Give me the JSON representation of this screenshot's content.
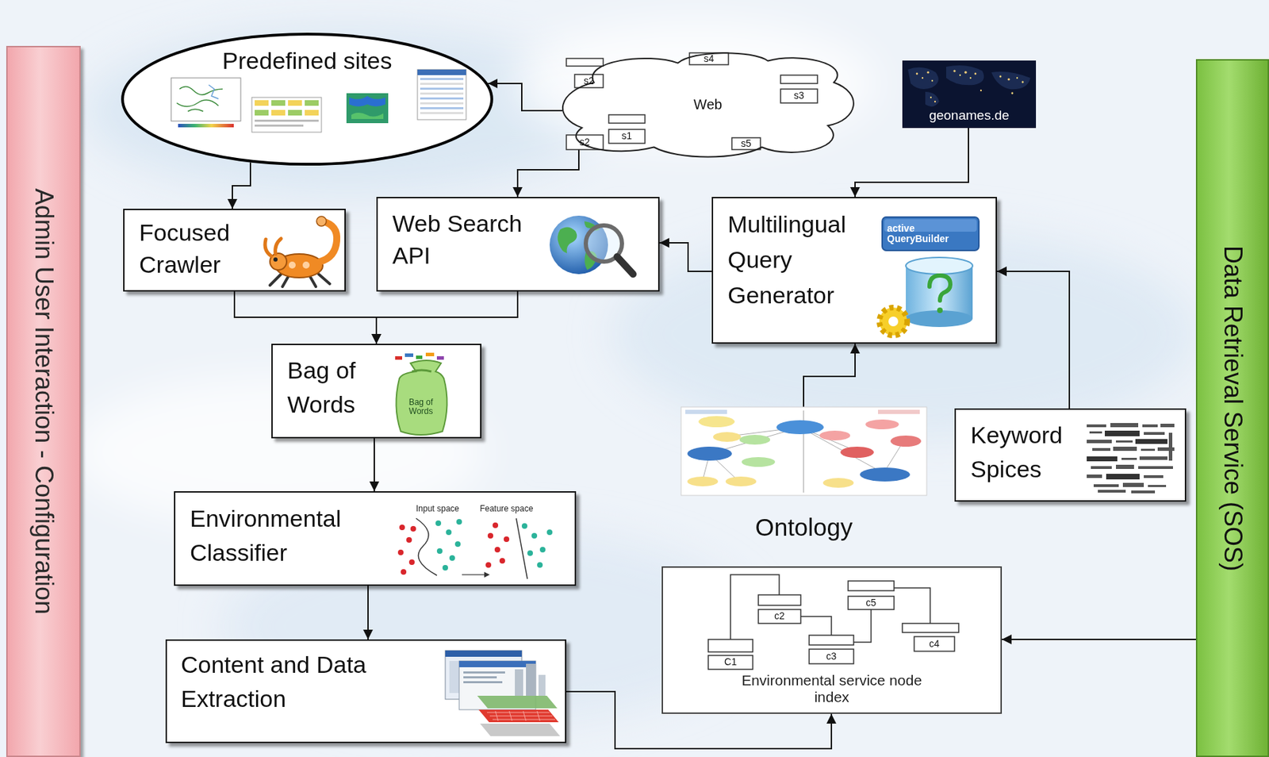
{
  "diagram": {
    "nodes": [
      {
        "text": [
          "Admin User Interaction - Configuration"
        ]
      },
      {
        "text": [
          "Predefined sites"
        ]
      },
      {
        "text": [
          "Web"
        ]
      },
      {
        "text": [
          "geonames.de"
        ]
      },
      {
        "text": [
          "Focused Crawler"
        ]
      },
      {
        "text": [
          "Web Search API"
        ]
      },
      {
        "text": [
          "Multilingual Query Generator"
        ]
      },
      {
        "text": [
          "Bag of Words"
        ]
      },
      {
        "text": [
          "Ontology"
        ]
      },
      {
        "text": [
          "Keyword Spices"
        ]
      },
      {
        "text": [
          "Environmental Classifier"
        ]
      },
      {
        "text": [
          "Environmental service node index"
        ]
      },
      {
        "text": [
          "Content and Data Extraction"
        ]
      },
      {
        "text": [
          "Data Retrieval Service (SOS)"
        ]
      }
    ],
    "edges": [
      {
        "from": 2,
        "to": 1,
        "arrow": "to"
      },
      {
        "from": 1,
        "to": 4,
        "arrow": "to"
      },
      {
        "from": 2,
        "to": 5,
        "arrow": "to"
      },
      {
        "from": 3,
        "to": 6,
        "arrow": "to"
      },
      {
        "from": 6,
        "to": 5,
        "arrow": "to"
      },
      {
        "from": 8,
        "to": 6,
        "arrow": "to"
      },
      {
        "from": 9,
        "to": 6,
        "arrow": "to"
      },
      {
        "from": 4,
        "to": 7,
        "arrow": "to"
      },
      {
        "from": 5,
        "to": 7,
        "arrow": "to"
      },
      {
        "from": 7,
        "to": 10,
        "arrow": "to"
      },
      {
        "from": 10,
        "to": 12,
        "arrow": "to"
      },
      {
        "from": 12,
        "to": 11,
        "arrow": "to"
      },
      {
        "from": 13,
        "to": 11,
        "arrow": "to"
      }
    ],
    "labels": [
      "s2",
      "s4",
      "s3",
      "s1",
      "s2",
      "s5",
      "active QueryBuilder",
      "Bag of Words",
      "Input space",
      "Feature space",
      "c2",
      "c5",
      "C1",
      "c3",
      "c4"
    ]
  }
}
